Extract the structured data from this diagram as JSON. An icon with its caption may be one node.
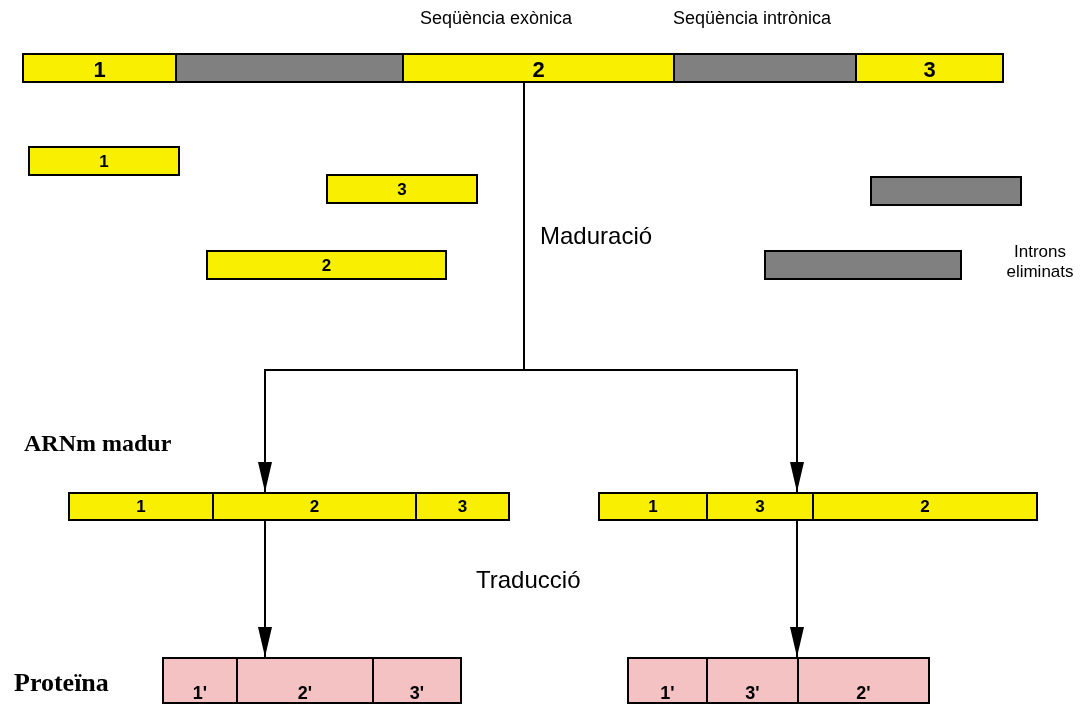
{
  "diagram": {
    "nodes": [
      {
        "text": [],
        "shape": "bar"
      },
      {
        "text": [
          "1"
        ],
        "in": 0
      },
      {
        "text": [],
        "shape": "bar",
        "in": 0
      },
      {
        "text": [
          "2"
        ],
        "in": 0,
        "beside": [
          "Seqüència exònica"
        ]
      },
      {
        "text": [],
        "shape": "bar",
        "in": 0,
        "beside": [
          "Seqüència intrònica"
        ]
      },
      {
        "text": [
          "3"
        ],
        "in": 0
      },
      {
        "text": [
          "1"
        ]
      },
      {
        "text": [
          "3"
        ]
      },
      {
        "text": [],
        "shape": "bar"
      },
      {
        "text": [
          "2"
        ]
      },
      {
        "text": [],
        "shape": "bar"
      },
      {
        "text": [],
        "shape": "bar"
      },
      {
        "text": [
          "1"
        ],
        "in": 11
      },
      {
        "text": [
          "2"
        ],
        "in": 11
      },
      {
        "text": [
          "3"
        ],
        "in": 11
      },
      {
        "text": [],
        "shape": "bar"
      },
      {
        "text": [
          "1"
        ],
        "in": 15
      },
      {
        "text": [
          "3"
        ],
        "in": 15
      },
      {
        "text": [
          "2"
        ],
        "in": 15
      },
      {
        "text": [],
        "shape": "bar"
      },
      {
        "text": [
          "1'"
        ],
        "in": 19
      },
      {
        "text": [
          "2'"
        ],
        "in": 19
      },
      {
        "text": [
          "3'"
        ],
        "in": 19
      },
      {
        "text": [],
        "shape": "bar"
      },
      {
        "text": [
          "1'"
        ],
        "in": 23
      },
      {
        "text": [
          "3'"
        ],
        "in": 23
      },
      {
        "text": [
          "2'"
        ],
        "in": 23
      }
    ],
    "edges": [
      {
        "from": 0,
        "to": 11,
        "arrow": "to"
      },
      {
        "from": 0,
        "to": 15,
        "arrow": "to"
      },
      {
        "from": 11,
        "to": 19,
        "arrow": "to"
      },
      {
        "from": 15,
        "to": 23,
        "arrow": "to"
      }
    ],
    "labels": [
      "Maduració",
      "Introns eliminats",
      "ARNm madur",
      "Traducció",
      "Proteïna"
    ]
  }
}
